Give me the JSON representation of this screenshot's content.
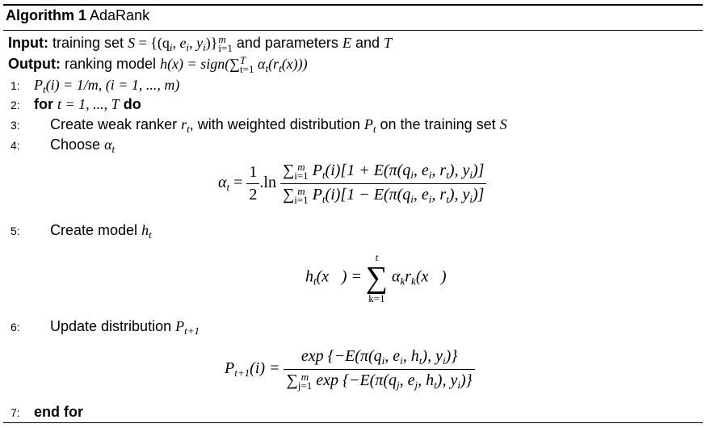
{
  "algorithm": {
    "label": "Algorithm 1",
    "name": "AdaRank"
  },
  "input": {
    "label": "Input:",
    "prefix": "training set",
    "set_symbol": "S",
    "equals": " = {(q",
    "i": "i",
    "comma_e": ", e",
    "comma_y": ", y",
    "close": ")}",
    "sub_range": "i=1",
    "sup_m": "m",
    "and_params": "and parameters",
    "E": "E",
    "and": "and",
    "T": "T"
  },
  "output": {
    "label": "Output:",
    "prefix": "ranking model",
    "formula": "h(x) = sign(∑",
    "sum_sub": "t=1",
    "sum_sup": "T",
    "rest": " α",
    "t": "t",
    "tail": "(r",
    "tail_end": "(x)))"
  },
  "steps": [
    {
      "num": "1:",
      "text": "P",
      "t_sub": "t",
      "rest": "(i) = 1/m, (i = 1, ..., m)"
    },
    {
      "num": "2:",
      "kw_for": "for",
      "expr": "t = 1, ..., T",
      "kw_do": "do"
    },
    {
      "num": "3:",
      "text_a": "Create weak ranker",
      "r": "r",
      "text_b": ", with weighted distribution",
      "P": "P",
      "text_c": "on the training set",
      "S": "S"
    },
    {
      "num": "4:",
      "text": "Choose",
      "alpha": "α"
    },
    {
      "num": "5:",
      "text": "Create model",
      "h": "h"
    },
    {
      "num": "6:",
      "text": "Update distribution",
      "P": "P",
      "sub": "t+1"
    },
    {
      "num": "7:",
      "kw": "end for"
    }
  ],
  "eq_alpha": {
    "lhs": "α",
    "lhs_sub": "t",
    "eq": " = ",
    "half_num": "1",
    "half_den": "2",
    "ln": ".ln",
    "num_sum_sub": "i=1",
    "num_sum_sup": "m",
    "num_body": "P",
    "num_body2": "(i)[1 + E(π(q",
    "num_body3": ", e",
    "num_body4": ", r",
    "num_body5": "), y",
    "num_body6": ")]",
    "den_body2": "(i)[1 − E(π(q"
  },
  "eq_h": {
    "lhs": "h",
    "lhs_arg": "(x⃗) = ",
    "sum_top": "t",
    "sum_bot": "k=1",
    "rhs_alpha": "α",
    "rhs_k": "k",
    "rhs_r": "r",
    "rhs_arg": "(x⃗)"
  },
  "eq_p": {
    "lhs": "P",
    "lhs_sub": "t+1",
    "lhs_arg": "(i) = ",
    "num": "exp {−E(π(q",
    "num_mid1": ", e",
    "num_mid2": ", h",
    "num_mid3": "), y",
    "num_end": ")}",
    "den_sum_sub": "j=1",
    "den_sum_sup": "m",
    "den": " exp {−E(π(q"
  }
}
